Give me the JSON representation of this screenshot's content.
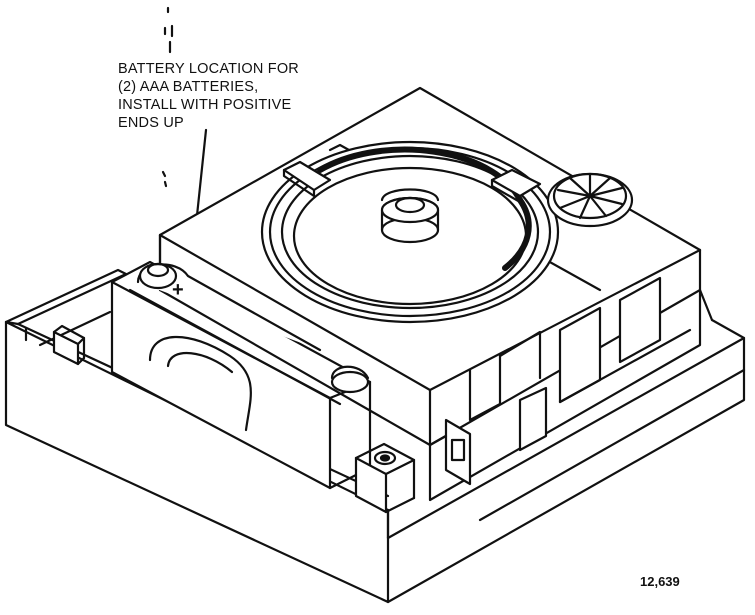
{
  "callout": {
    "lines": [
      "BATTERY LOCATION FOR",
      "(2) AAA BATTERIES,",
      "INSTALL WITH POSITIVE",
      "ENDS UP"
    ]
  },
  "battery_polarity_mark": "+",
  "figure_number": "12,639",
  "colors": {
    "ink": "#111111",
    "paper": "#ffffff"
  }
}
